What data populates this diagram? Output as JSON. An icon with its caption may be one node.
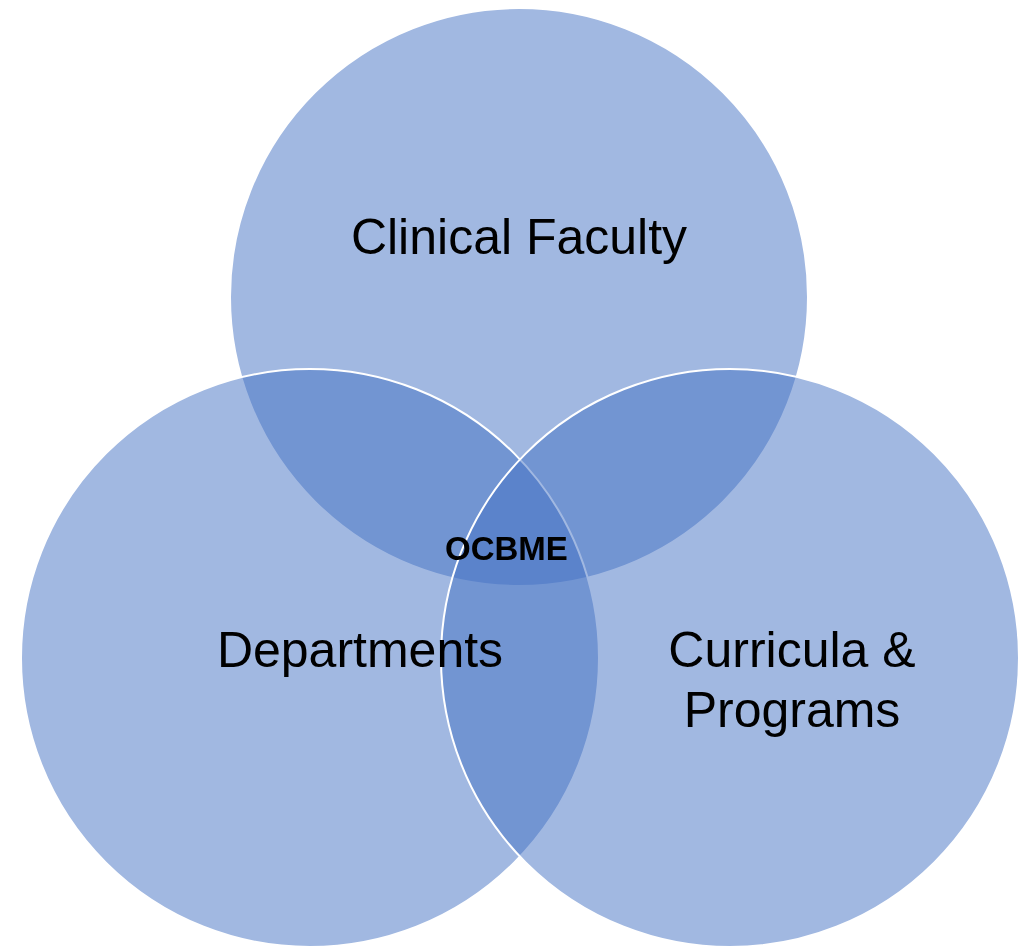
{
  "diagram": {
    "nodes": [
      {
        "text": [
          "Clinical Faculty"
        ]
      },
      {
        "text": [
          "Departments"
        ]
      },
      {
        "text": [
          "Curricula & Programs"
        ]
      }
    ],
    "labels": [
      "OCBME"
    ]
  }
}
